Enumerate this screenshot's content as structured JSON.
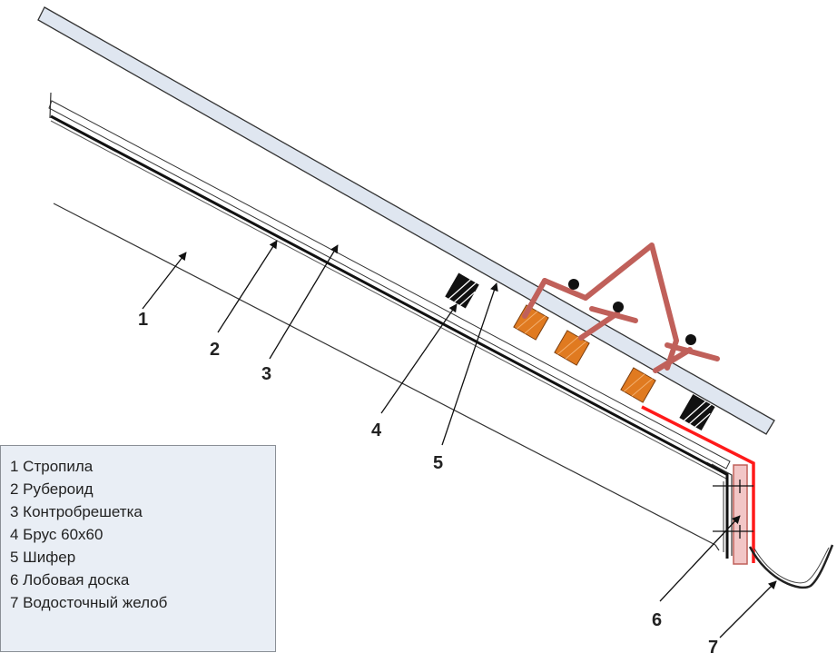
{
  "callouts": {
    "c1": "1",
    "c2": "2",
    "c3": "3",
    "c4": "4",
    "c5": "5",
    "c6": "6",
    "c7": "7"
  },
  "legend": {
    "items": [
      "1 Стропила",
      "2 Рубероид",
      "3 Контробрешетка",
      "4 Брус 60х60",
      "5 Шифер",
      "6 Лобовая доска",
      "7 Водосточный желоб"
    ]
  },
  "colors": {
    "slate": "#dfe6f0",
    "outline": "#333333",
    "red_flashing": "#ff1a1a",
    "bracket": "#c0605a",
    "timber": "#e07a20",
    "fascia": "#f2c6c6",
    "legend_bg": "#e9eef5"
  }
}
